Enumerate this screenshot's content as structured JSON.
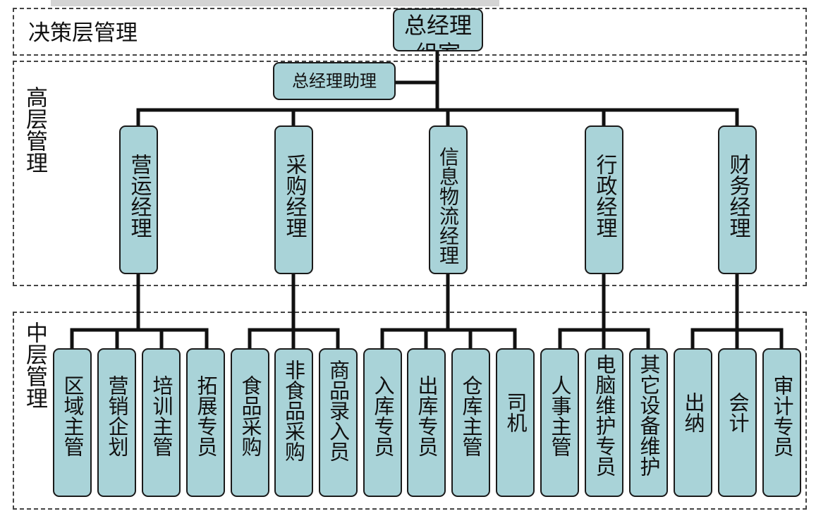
{
  "layers": {
    "decision": "决策层管理",
    "senior": "高层管理",
    "middle": "中层管理"
  },
  "top": {
    "ceo": "总经理组室",
    "assistant": "总经理助理"
  },
  "senior_managers": [
    {
      "label": "营运经理"
    },
    {
      "label": "采购经理"
    },
    {
      "label": "信息物流经理"
    },
    {
      "label": "行政经理"
    },
    {
      "label": "财务经理"
    }
  ],
  "middle_staff": [
    {
      "label": "区域主管"
    },
    {
      "label": "营销企划"
    },
    {
      "label": "培训主管"
    },
    {
      "label": "拓展专员"
    },
    {
      "label": "食品采购"
    },
    {
      "label": "非食品采购"
    },
    {
      "label": "商品录入员"
    },
    {
      "label": "入库专员"
    },
    {
      "label": "出库专员"
    },
    {
      "label": "仓库主管"
    },
    {
      "label": "司机"
    },
    {
      "label": "人事主管"
    },
    {
      "label": "电脑维护专员"
    },
    {
      "label": "其它设备维护"
    },
    {
      "label": "出纳"
    },
    {
      "label": "会计"
    },
    {
      "label": "审计专员"
    }
  ],
  "colors": {
    "box_fill": "#a9d3d8",
    "line": "#111111",
    "dash": "#444444"
  }
}
